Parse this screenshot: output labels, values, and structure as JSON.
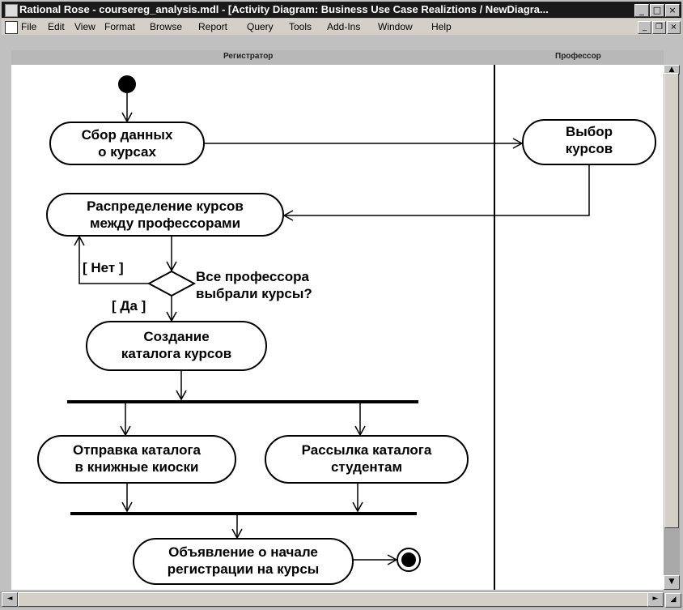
{
  "window": {
    "title": "Rational Rose - coursereg_analysis.mdl - [Activity Diagram: Business Use Case Realiztions / NewDiagra..."
  },
  "menu": [
    "File",
    "Edit",
    "View",
    "Format",
    "Browse",
    "Report",
    "Query",
    "Tools",
    "Add-Ins",
    "Window",
    "Help"
  ],
  "swimlanes": [
    "Регистратор",
    "Профессор"
  ],
  "activities": {
    "collect": [
      "Сбор данных",
      "о курсах"
    ],
    "choose": [
      "Выбор",
      "курсов"
    ],
    "distribute": [
      "Распределение курсов",
      "между профессорами"
    ],
    "create": [
      "Создание",
      "каталога курсов"
    ],
    "send": [
      "Отправка каталога",
      "в книжные киоски"
    ],
    "mail": [
      "Рассылка каталога",
      "студентам"
    ],
    "announce": [
      "Объявление о начале",
      "регистрации на курсы"
    ]
  },
  "decision": [
    "Все профессора",
    "выбрали курсы?"
  ],
  "guards": {
    "no": "[ Нет ]",
    "yes": "[ Да ]"
  }
}
